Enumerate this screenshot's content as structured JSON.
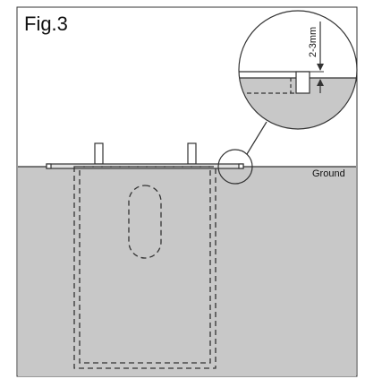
{
  "figure": {
    "label": "Fig.3",
    "ground_label": "Ground",
    "gap_label": "2-3mm"
  },
  "colors": {
    "ground_fill": "#c8c8c8",
    "outline": "#222222",
    "background": "#ffffff"
  }
}
